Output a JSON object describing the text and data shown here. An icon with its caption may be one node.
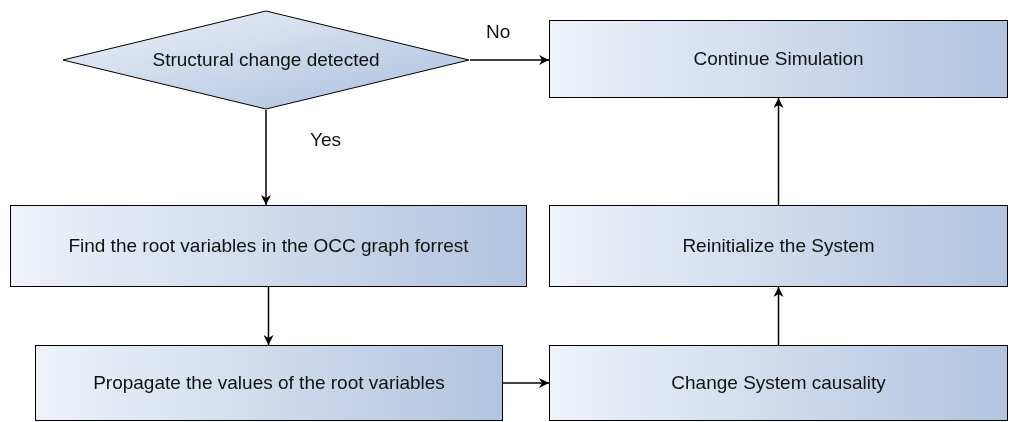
{
  "diagram": {
    "nodes": [
      {
        "text": [
          "Structural change detected"
        ]
      },
      {
        "text": [
          "Continue Simulation"
        ]
      },
      {
        "text": [
          "Find the root variables in the OCC graph forrest"
        ]
      },
      {
        "text": [
          "Propagate the values of the root variables"
        ]
      },
      {
        "text": [
          "Change System causality"
        ]
      },
      {
        "text": [
          "Reinitialize the System"
        ]
      }
    ],
    "edges": [
      {
        "from": 0,
        "to": 1,
        "arrow": "to",
        "label": "No"
      },
      {
        "from": 0,
        "to": 2,
        "arrow": "to",
        "label": "Yes"
      },
      {
        "from": 2,
        "to": 3,
        "arrow": "to"
      },
      {
        "from": 3,
        "to": 4,
        "arrow": "to"
      },
      {
        "from": 4,
        "to": 5,
        "arrow": "to"
      },
      {
        "from": 5,
        "to": 1,
        "arrow": "to"
      }
    ]
  }
}
